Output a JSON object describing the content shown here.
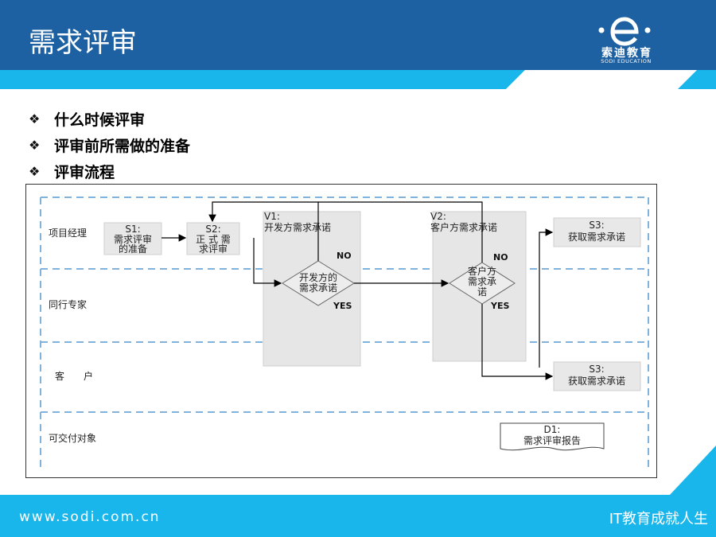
{
  "header": {
    "title": "需求评审"
  },
  "logo": {
    "name": "索迪教育",
    "subtitle": "SODI EDUCATION"
  },
  "bullets": [
    "什么时候评审",
    "评审前所需做的准备",
    "评审流程"
  ],
  "diagram": {
    "lanes": [
      "项目经理",
      "同行专家",
      "客　　户",
      "可交付对象"
    ],
    "s1": {
      "id": "S1:",
      "line1": "需求评审",
      "line2": "的准备"
    },
    "s2": {
      "id": "S2:",
      "line1": "正 式 需",
      "line2": "求评审"
    },
    "v1": {
      "id": "V1:",
      "label": "开发方需求承诺",
      "d1": "开发方的",
      "d2": "需求承诺",
      "no": "NO",
      "yes": "YES"
    },
    "v2": {
      "id": "V2:",
      "label": "客户方需求承诺",
      "d1": "客户方",
      "d2": "需求承",
      "d3": "诺",
      "no": "NO",
      "yes": "YES"
    },
    "s3a": {
      "id": "S3:",
      "label": "获取需求承诺"
    },
    "s3b": {
      "id": "S3:",
      "label": "获取需求承诺"
    },
    "d1": {
      "id": "D1:",
      "label": "需求评审报告"
    }
  },
  "footer": {
    "website": "www.sodi.com.cn",
    "slogan": "IT教育成就人生"
  },
  "colors": {
    "brand_blue": "#1d61a2",
    "accent_cyan": "#19b6ec",
    "lane_dash": "#7fb3dd",
    "box_gray": "#e8e8e8"
  }
}
